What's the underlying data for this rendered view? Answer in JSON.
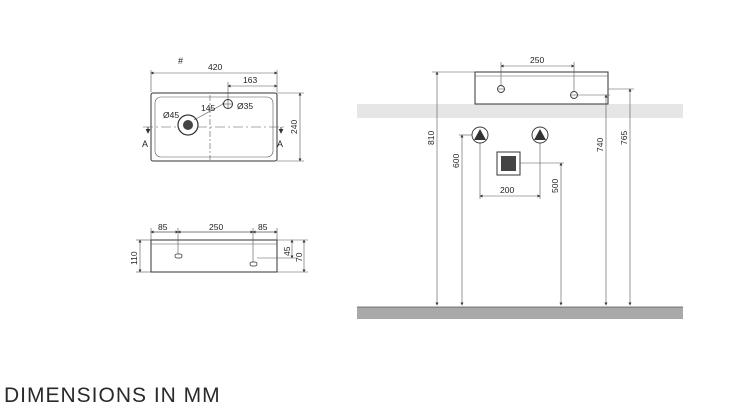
{
  "caption": "DIMENSIONS IN MM",
  "top_view": {
    "width": "420",
    "depth": "240",
    "tap_offset": "163",
    "drain_to_tap": "145",
    "drain_diameter": "Ø45",
    "tap_diameter": "Ø35",
    "section_label": "A",
    "mark": "#"
  },
  "front_view": {
    "left_margin": "85",
    "hole_spacing": "250",
    "right_margin": "85",
    "height": "110",
    "hole_height": "45",
    "inner_height": "70"
  },
  "install_view": {
    "hole_spacing": "250",
    "supply_spacing": "200",
    "rim_height": "810",
    "supply_height": "600",
    "waste_height": "500",
    "hole_height_low": "740",
    "hole_height_high": "765"
  },
  "colors": {
    "counter": "#e6e6e6",
    "floor": "#a9a9a9",
    "line": "#333333"
  }
}
